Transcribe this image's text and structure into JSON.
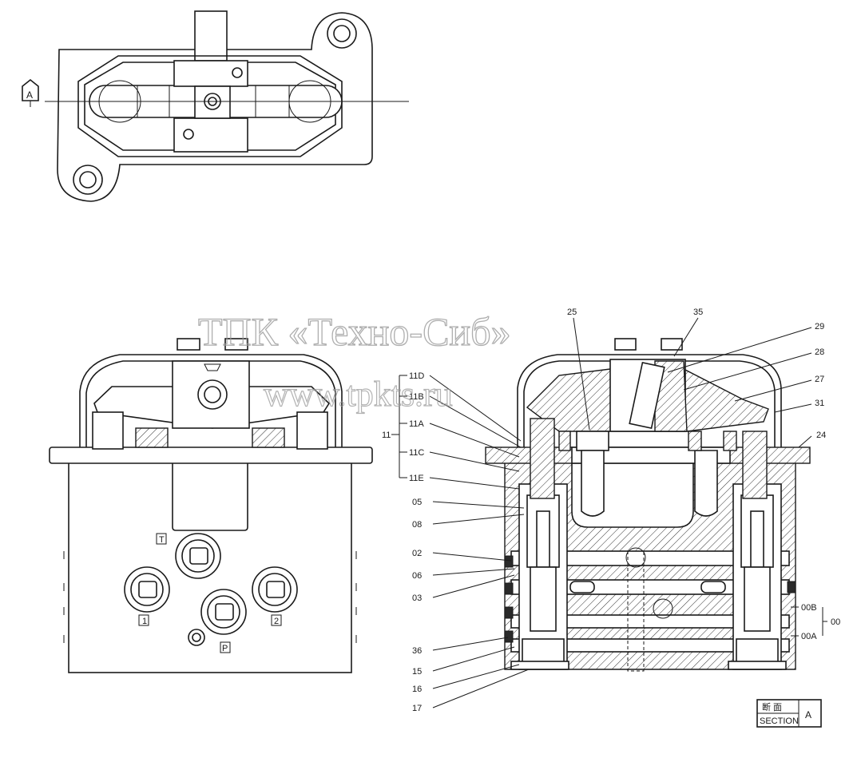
{
  "watermark": {
    "line1": "ТПК «Техно-Сиб»",
    "line2": "www.tpkts.ru"
  },
  "top_view": {
    "section_marker": "A"
  },
  "front_view": {
    "port_t": "T",
    "port_1": "1",
    "port_p": "P",
    "port_2": "2"
  },
  "section_view": {
    "callouts_left": [
      "11D",
      "11B",
      "11A",
      "11C",
      "11E",
      "05",
      "08",
      "02",
      "06",
      "03",
      "36",
      "15",
      "16",
      "17"
    ],
    "group_label": "11",
    "callouts_top": [
      "25",
      "35"
    ],
    "callouts_right": [
      "29",
      "28",
      "27",
      "31",
      "24"
    ],
    "callouts_right_group": [
      "00B",
      "00A"
    ],
    "group_label_right": "00"
  },
  "section_box": {
    "jp": "断 面",
    "en": "SECTION",
    "letter": "A"
  }
}
